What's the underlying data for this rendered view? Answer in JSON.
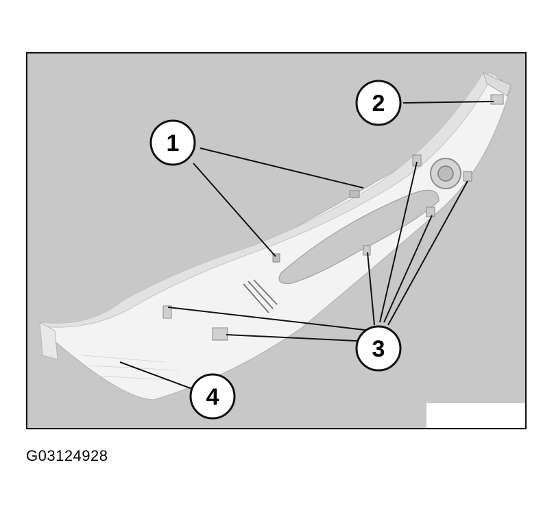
{
  "figure": {
    "callouts": [
      {
        "id": "1",
        "label": "1"
      },
      {
        "id": "2",
        "label": "2"
      },
      {
        "id": "3",
        "label": "3"
      },
      {
        "id": "4",
        "label": "4"
      }
    ]
  },
  "caption": {
    "code": "G03124928"
  },
  "colors": {
    "background": "#c8c8c8",
    "part_fill": "#f3f3f3",
    "part_shade": "#dcdcdc",
    "outline": "#111111"
  }
}
